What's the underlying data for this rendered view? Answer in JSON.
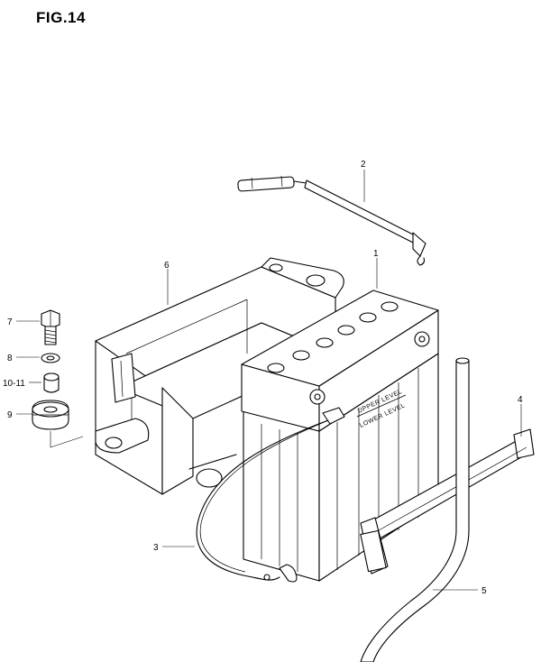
{
  "figure": {
    "title": "FIG.14"
  },
  "callouts": {
    "p1": "1",
    "p2": "2",
    "p3": "3",
    "p4": "4",
    "p5": "5",
    "p6": "6",
    "p7": "7",
    "p8": "8",
    "p10_11": "10-11",
    "p9": "9"
  },
  "battery_markings": {
    "upper": "UPPER LEVEL",
    "lower": "LOWER LEVEL"
  }
}
